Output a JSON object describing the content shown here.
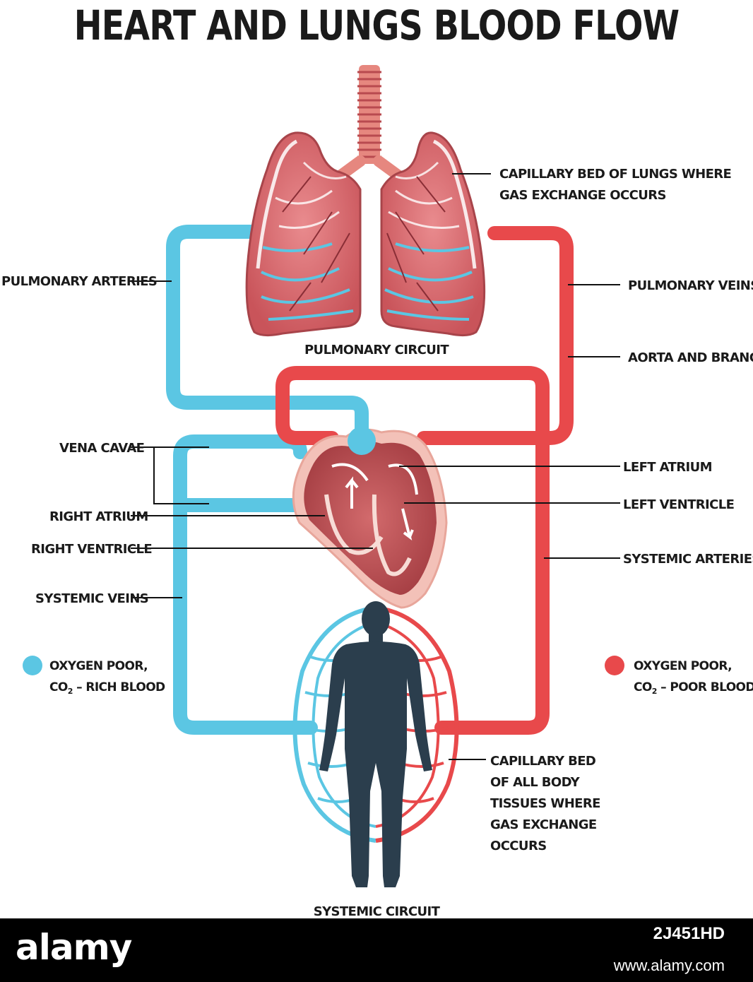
{
  "title": "HEART AND LUNGS BLOOD FLOW",
  "colors": {
    "oxygen_poor": "#5bc6e3",
    "oxygen_rich": "#e8494b",
    "lung": "#d45c62",
    "heart": "#b84a4f",
    "body": "#2b3e4d"
  },
  "labels": {
    "capillary_lungs_1": "CAPILLARY BED OF LUNGS WHERE",
    "capillary_lungs_2": "GAS EXCHANGE OCCURS",
    "pulmonary_arteries": "PULMONARY ARTERIES",
    "pulmonary_veins": "PULMONARY VEINS",
    "pulmonary_circuit": "PULMONARY CIRCUIT",
    "aorta": "AORTA AND BRANCHES",
    "vena_cavae": "VENA CAVAE",
    "left_atrium": "LEFT ATRIUM",
    "left_ventricle": "LEFT VENTRICLE",
    "right_atrium": "RIGHT ATRIUM",
    "right_ventricle": "RIGHT VENTRICLE",
    "systemic_arteries": "SYSTEMIC ARTERIES",
    "systemic_veins": "SYSTEMIC VEINS",
    "systemic_circuit": "SYSTEMIC CIRCUIT",
    "capillary_body_1": "CAPILLARY BED",
    "capillary_body_2": "OF ALL BODY",
    "capillary_body_3": "TISSUES WHERE",
    "capillary_body_4": "GAS EXCHANGE",
    "capillary_body_5": "OCCURS"
  },
  "legend": {
    "blue_line1": "OXYGEN POOR,",
    "blue_line2_pre": "CO",
    "blue_line2_sub": "2",
    "blue_line2_post": " – RICH BLOOD",
    "red_line1": "OXYGEN POOR,",
    "red_line2_pre": "CO",
    "red_line2_sub": "2",
    "red_line2_post": " – POOR BLOOD"
  },
  "watermark": {
    "logo": "alamy",
    "image_id": "2J451HD",
    "url": "www.alamy.com"
  }
}
